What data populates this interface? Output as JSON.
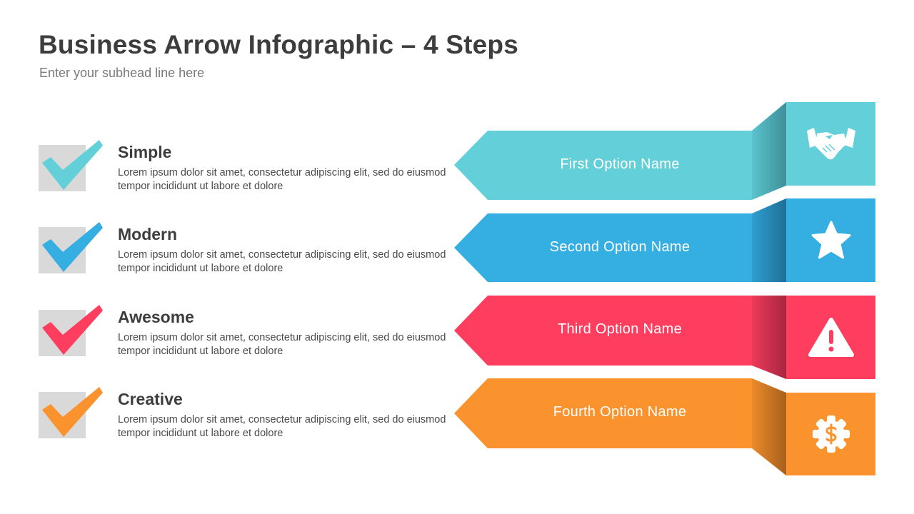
{
  "header": {
    "title": "Business Arrow Infographic – 4 Steps",
    "subtitle": "Enter your subhead line here"
  },
  "colors": {
    "teal": "#63CFD9",
    "blue": "#35AEE2",
    "red": "#FF3E5F",
    "orange": "#FA922E",
    "check_bg": "#D9D9D9",
    "text_dark": "#3D3D3D"
  },
  "features": [
    {
      "name": "Simple",
      "description": "Lorem ipsum dolor sit amet, consectetur adipiscing elit, sed do eiusmod tempor incididunt ut labore et dolore",
      "color": "#63CFD9",
      "icon": "checkmark-icon"
    },
    {
      "name": "Modern",
      "description": "Lorem ipsum dolor sit amet, consectetur adipiscing elit, sed do eiusmod tempor incididunt ut labore et dolore",
      "color": "#35AEE2",
      "icon": "checkmark-icon"
    },
    {
      "name": "Awesome",
      "description": "Lorem ipsum dolor sit amet, consectetur adipiscing elit, sed do eiusmod tempor incididunt ut labore et dolore",
      "color": "#FF3E5F",
      "icon": "checkmark-icon"
    },
    {
      "name": "Creative",
      "description": "Lorem ipsum dolor sit amet, consectetur adipiscing elit, sed do eiusmod tempor incididunt ut labore et dolore",
      "color": "#FA922E",
      "icon": "checkmark-icon"
    }
  ],
  "options": [
    {
      "label": "First Option Name",
      "color": "#63CFD9",
      "icon": "handshake-icon"
    },
    {
      "label": "Second Option Name",
      "color": "#35AEE2",
      "icon": "star-icon"
    },
    {
      "label": "Third Option Name",
      "color": "#FF3E5F",
      "icon": "warning-icon"
    },
    {
      "label": "Fourth Option Name",
      "color": "#FA922E",
      "icon": "dollar-gear-icon"
    }
  ]
}
